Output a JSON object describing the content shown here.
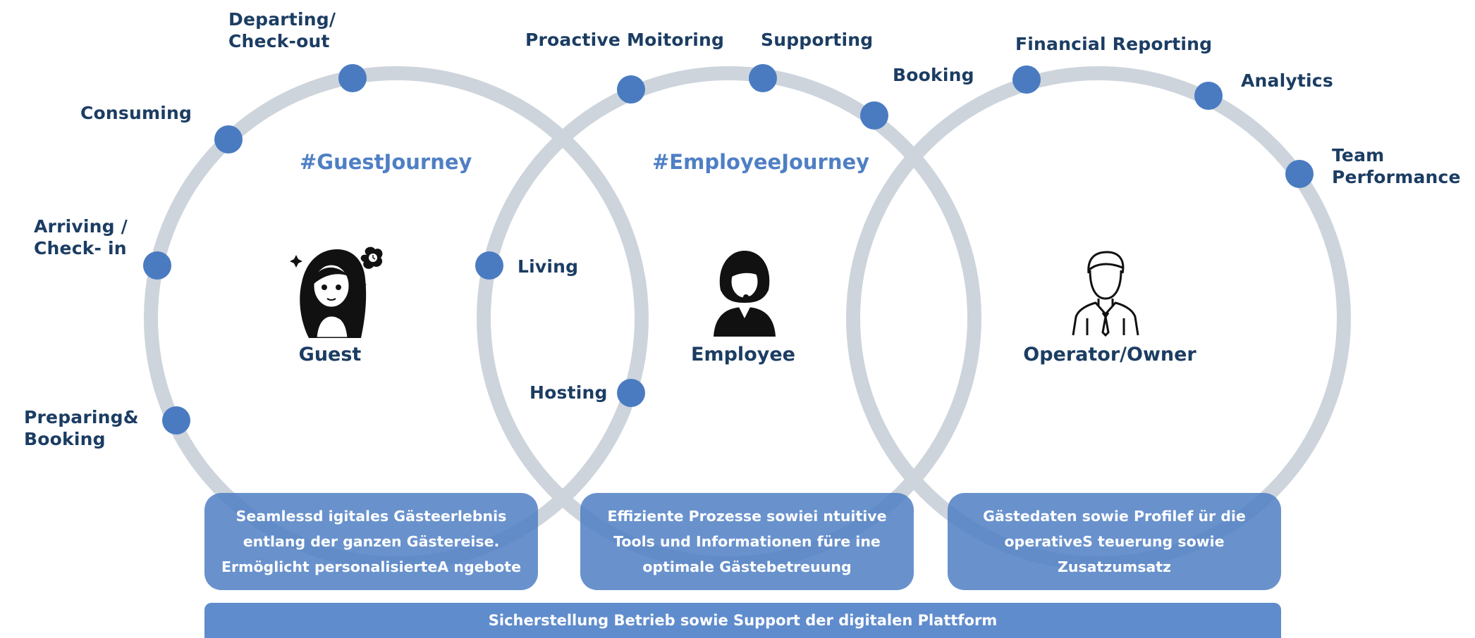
{
  "colors": {
    "ring": "#cdd4dc",
    "dot": "#4a7bc1",
    "label": "#1c3d63",
    "journey": "#4f7fc4",
    "box": "#4f7fc4"
  },
  "journeys": {
    "guest": "#GuestJourney",
    "employee": "#EmployeeJourney"
  },
  "roles": {
    "guest": "Guest",
    "employee": "Employee",
    "operator": "Operator/Owner"
  },
  "icons": {
    "guest": "woman-avatar-icon",
    "employee": "headset-agent-icon",
    "operator": "businessman-icon"
  },
  "stages": {
    "departing": [
      "Departing/",
      "Check-out"
    ],
    "consuming": "Consuming",
    "arriving": [
      "Arriving /",
      "Check- in"
    ],
    "preparing": [
      "Preparing&",
      "Booking"
    ],
    "living": "Living",
    "hosting": "Hosting",
    "proactive": "Proactive Moitoring",
    "supporting": "Supporting",
    "booking": "Booking",
    "financial": "Financial Reporting",
    "analytics": "Analytics",
    "team": [
      "Team",
      "Performance"
    ]
  },
  "boxes": {
    "guest": [
      "Seamlessd igitales Gästeerlebnis",
      "entlang der ganzen Gästereise.",
      "Ermöglicht personalisierteA ngebote"
    ],
    "employee": [
      "Effiziente Prozesse sowiei ntuitive",
      "Tools und Informationen füre ine",
      "optimale Gästebetreuung"
    ],
    "operator": [
      "Gästedaten sowie Profilef ür die",
      "operativeS teuerung sowie",
      "Zusatzumsatz"
    ]
  },
  "footer": "Sicherstellung Betrieb sowie Support der digitalen Plattform"
}
